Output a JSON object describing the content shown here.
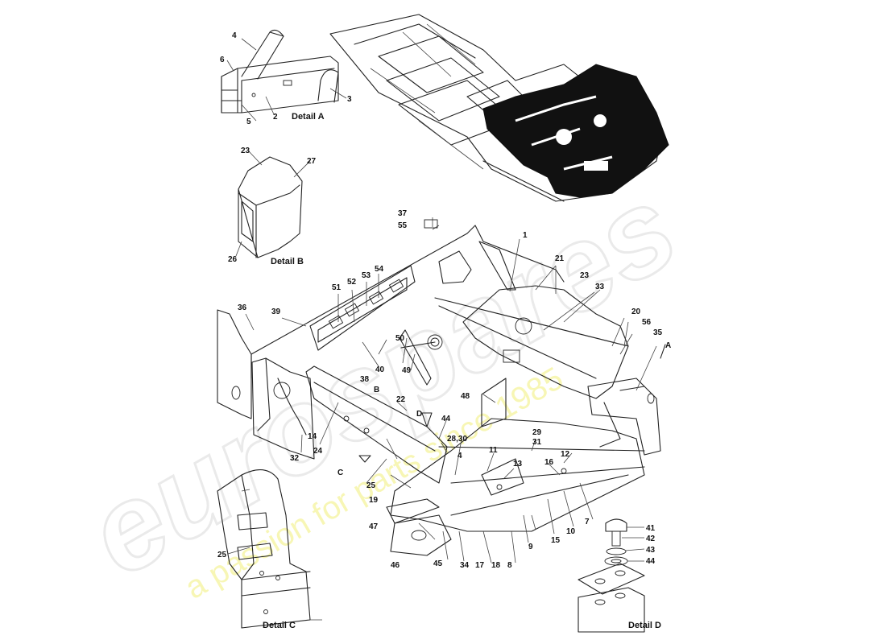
{
  "watermark": {
    "brand": "eurospares",
    "tagline": "a passion for parts since 1985",
    "brand_color": "#d9d9d9",
    "tagline_color": "#f2f07a"
  },
  "details": {
    "a": "Detail A",
    "b": "Detail B",
    "c": "Detail C",
    "d": "Detail D"
  },
  "callouts": {
    "c1": "1",
    "c2": "2",
    "c3": "3",
    "c4a": "4",
    "c4b": "4",
    "c5": "5",
    "c6": "6",
    "c7": "7",
    "c8": "8",
    "c9": "9",
    "c10": "10",
    "c11": "11",
    "c12": "12",
    "c13": "13",
    "c14": "14",
    "c15": "15",
    "c16": "16",
    "c17": "17",
    "c18": "18",
    "c19": "19",
    "c20": "20",
    "c21": "21",
    "c22": "22",
    "c23a": "23",
    "c23b": "23",
    "c24": "24",
    "c25a": "25",
    "c25b": "25",
    "c26": "26",
    "c27": "27",
    "c28_30": "28,30",
    "c29": "29",
    "c31": "31",
    "c32": "32",
    "c33": "33",
    "c34": "34",
    "c35": "35",
    "c36": "36",
    "c37": "37",
    "c38": "38",
    "c39": "39",
    "c40": "40",
    "c41": "41",
    "c42": "42",
    "c43": "43",
    "c44a": "44",
    "c44b": "44",
    "c45": "45",
    "c46": "46",
    "c47": "47",
    "c48": "48",
    "c49": "49",
    "c50": "50",
    "c51": "51",
    "c52": "52",
    "c53": "53",
    "c54": "54",
    "c55": "55",
    "c56": "56",
    "lA": "A",
    "lB": "B",
    "lC": "C",
    "lD": "D"
  }
}
